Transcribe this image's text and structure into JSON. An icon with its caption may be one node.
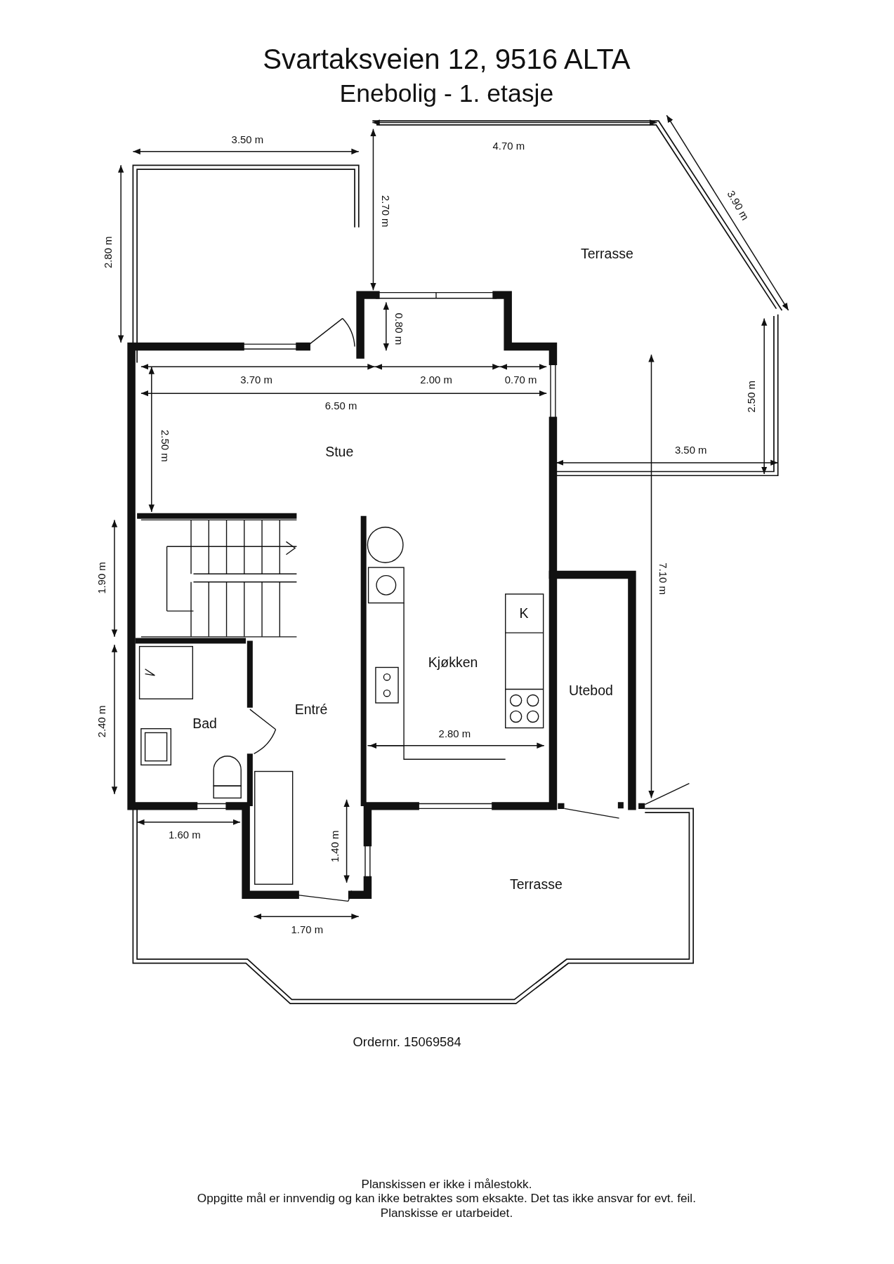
{
  "diagram": {
    "title": "Svartaksveien 12, 9516 ALTA",
    "labels": [
      "Enebolig - 1. etasje",
      "3.50 m",
      "4.70 m",
      "2.70 m",
      "3.90 m",
      "Terrasse",
      "2.80 m",
      "0.80 m",
      "3.70 m",
      "2.00 m",
      "0.70 m",
      "6.50 m",
      "2.50 m",
      "2.50 m",
      "Stue",
      "3.50 m",
      "1.90 m",
      "7.10 m",
      "K",
      "Kjøkken",
      "Utebod",
      "Entré",
      "2.40 m",
      "Bad",
      "2.80 m",
      "1.60 m",
      "1.40 m",
      "Terrasse",
      "1.70 m",
      "Ordernr. 15069584",
      "Planskissen er ikke i målestokk.",
      "Oppgitte mål er innvendig og kan ikke betraktes som eksakte. Det tas ikke ansvar for evt. feil.",
      "Planskisse er utarbeidet."
    ]
  }
}
